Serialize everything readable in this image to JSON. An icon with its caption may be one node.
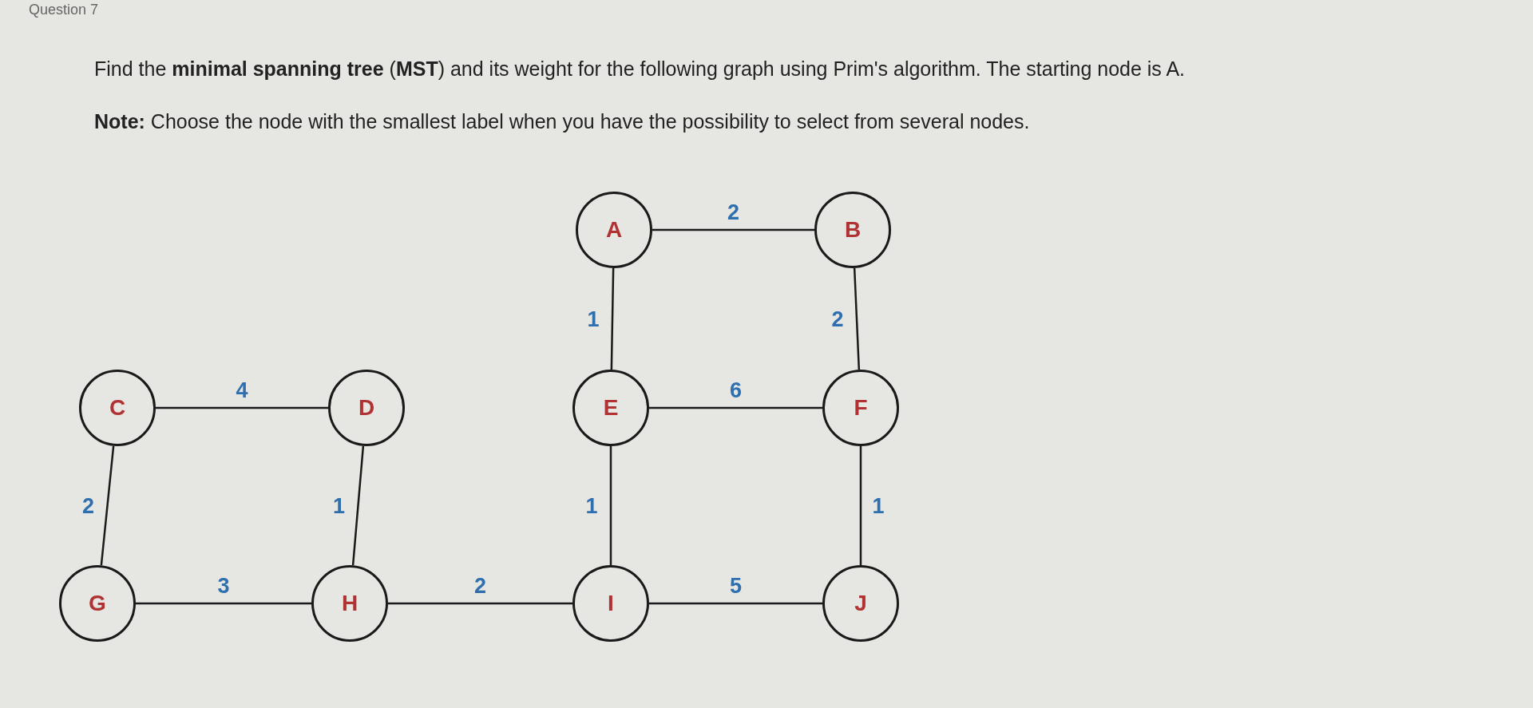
{
  "diagram": {
    "title": "Question 7",
    "nodes": [
      {
        "text": [
          "A"
        ]
      },
      {
        "text": [
          "B"
        ]
      },
      {
        "text": [
          "C"
        ]
      },
      {
        "text": [
          "D"
        ]
      },
      {
        "text": [
          "E"
        ]
      },
      {
        "text": [
          "F"
        ]
      },
      {
        "text": [
          "G"
        ]
      },
      {
        "text": [
          "H"
        ]
      },
      {
        "text": [
          "I"
        ]
      },
      {
        "text": [
          "J"
        ]
      }
    ],
    "edges": [
      {
        "from": 0,
        "to": 1,
        "arrow": "none",
        "label": "2"
      },
      {
        "from": 0,
        "to": 4,
        "arrow": "none",
        "label": "1"
      },
      {
        "from": 1,
        "to": 5,
        "arrow": "none",
        "label": "2"
      },
      {
        "from": 2,
        "to": 3,
        "arrow": "none",
        "label": "4"
      },
      {
        "from": 2,
        "to": 6,
        "arrow": "none",
        "label": "2"
      },
      {
        "from": 3,
        "to": 7,
        "arrow": "none",
        "label": "1"
      },
      {
        "from": 4,
        "to": 5,
        "arrow": "none",
        "label": "6"
      },
      {
        "from": 4,
        "to": 8,
        "arrow": "none",
        "label": "1"
      },
      {
        "from": 5,
        "to": 9,
        "arrow": "none",
        "label": "1"
      },
      {
        "from": 6,
        "to": 7,
        "arrow": "none",
        "label": "3"
      },
      {
        "from": 7,
        "to": 8,
        "arrow": "none",
        "label": "2"
      },
      {
        "from": 8,
        "to": 9,
        "arrow": "none",
        "label": "5"
      }
    ],
    "labels": [
      "Find the **minimal spanning tree** (**MST**) and its weight for the following graph using Prim's algorithm. The starting node is A.",
      "**Note:** Choose the node with the smallest label when you have the possibility to select from several nodes."
    ]
  }
}
